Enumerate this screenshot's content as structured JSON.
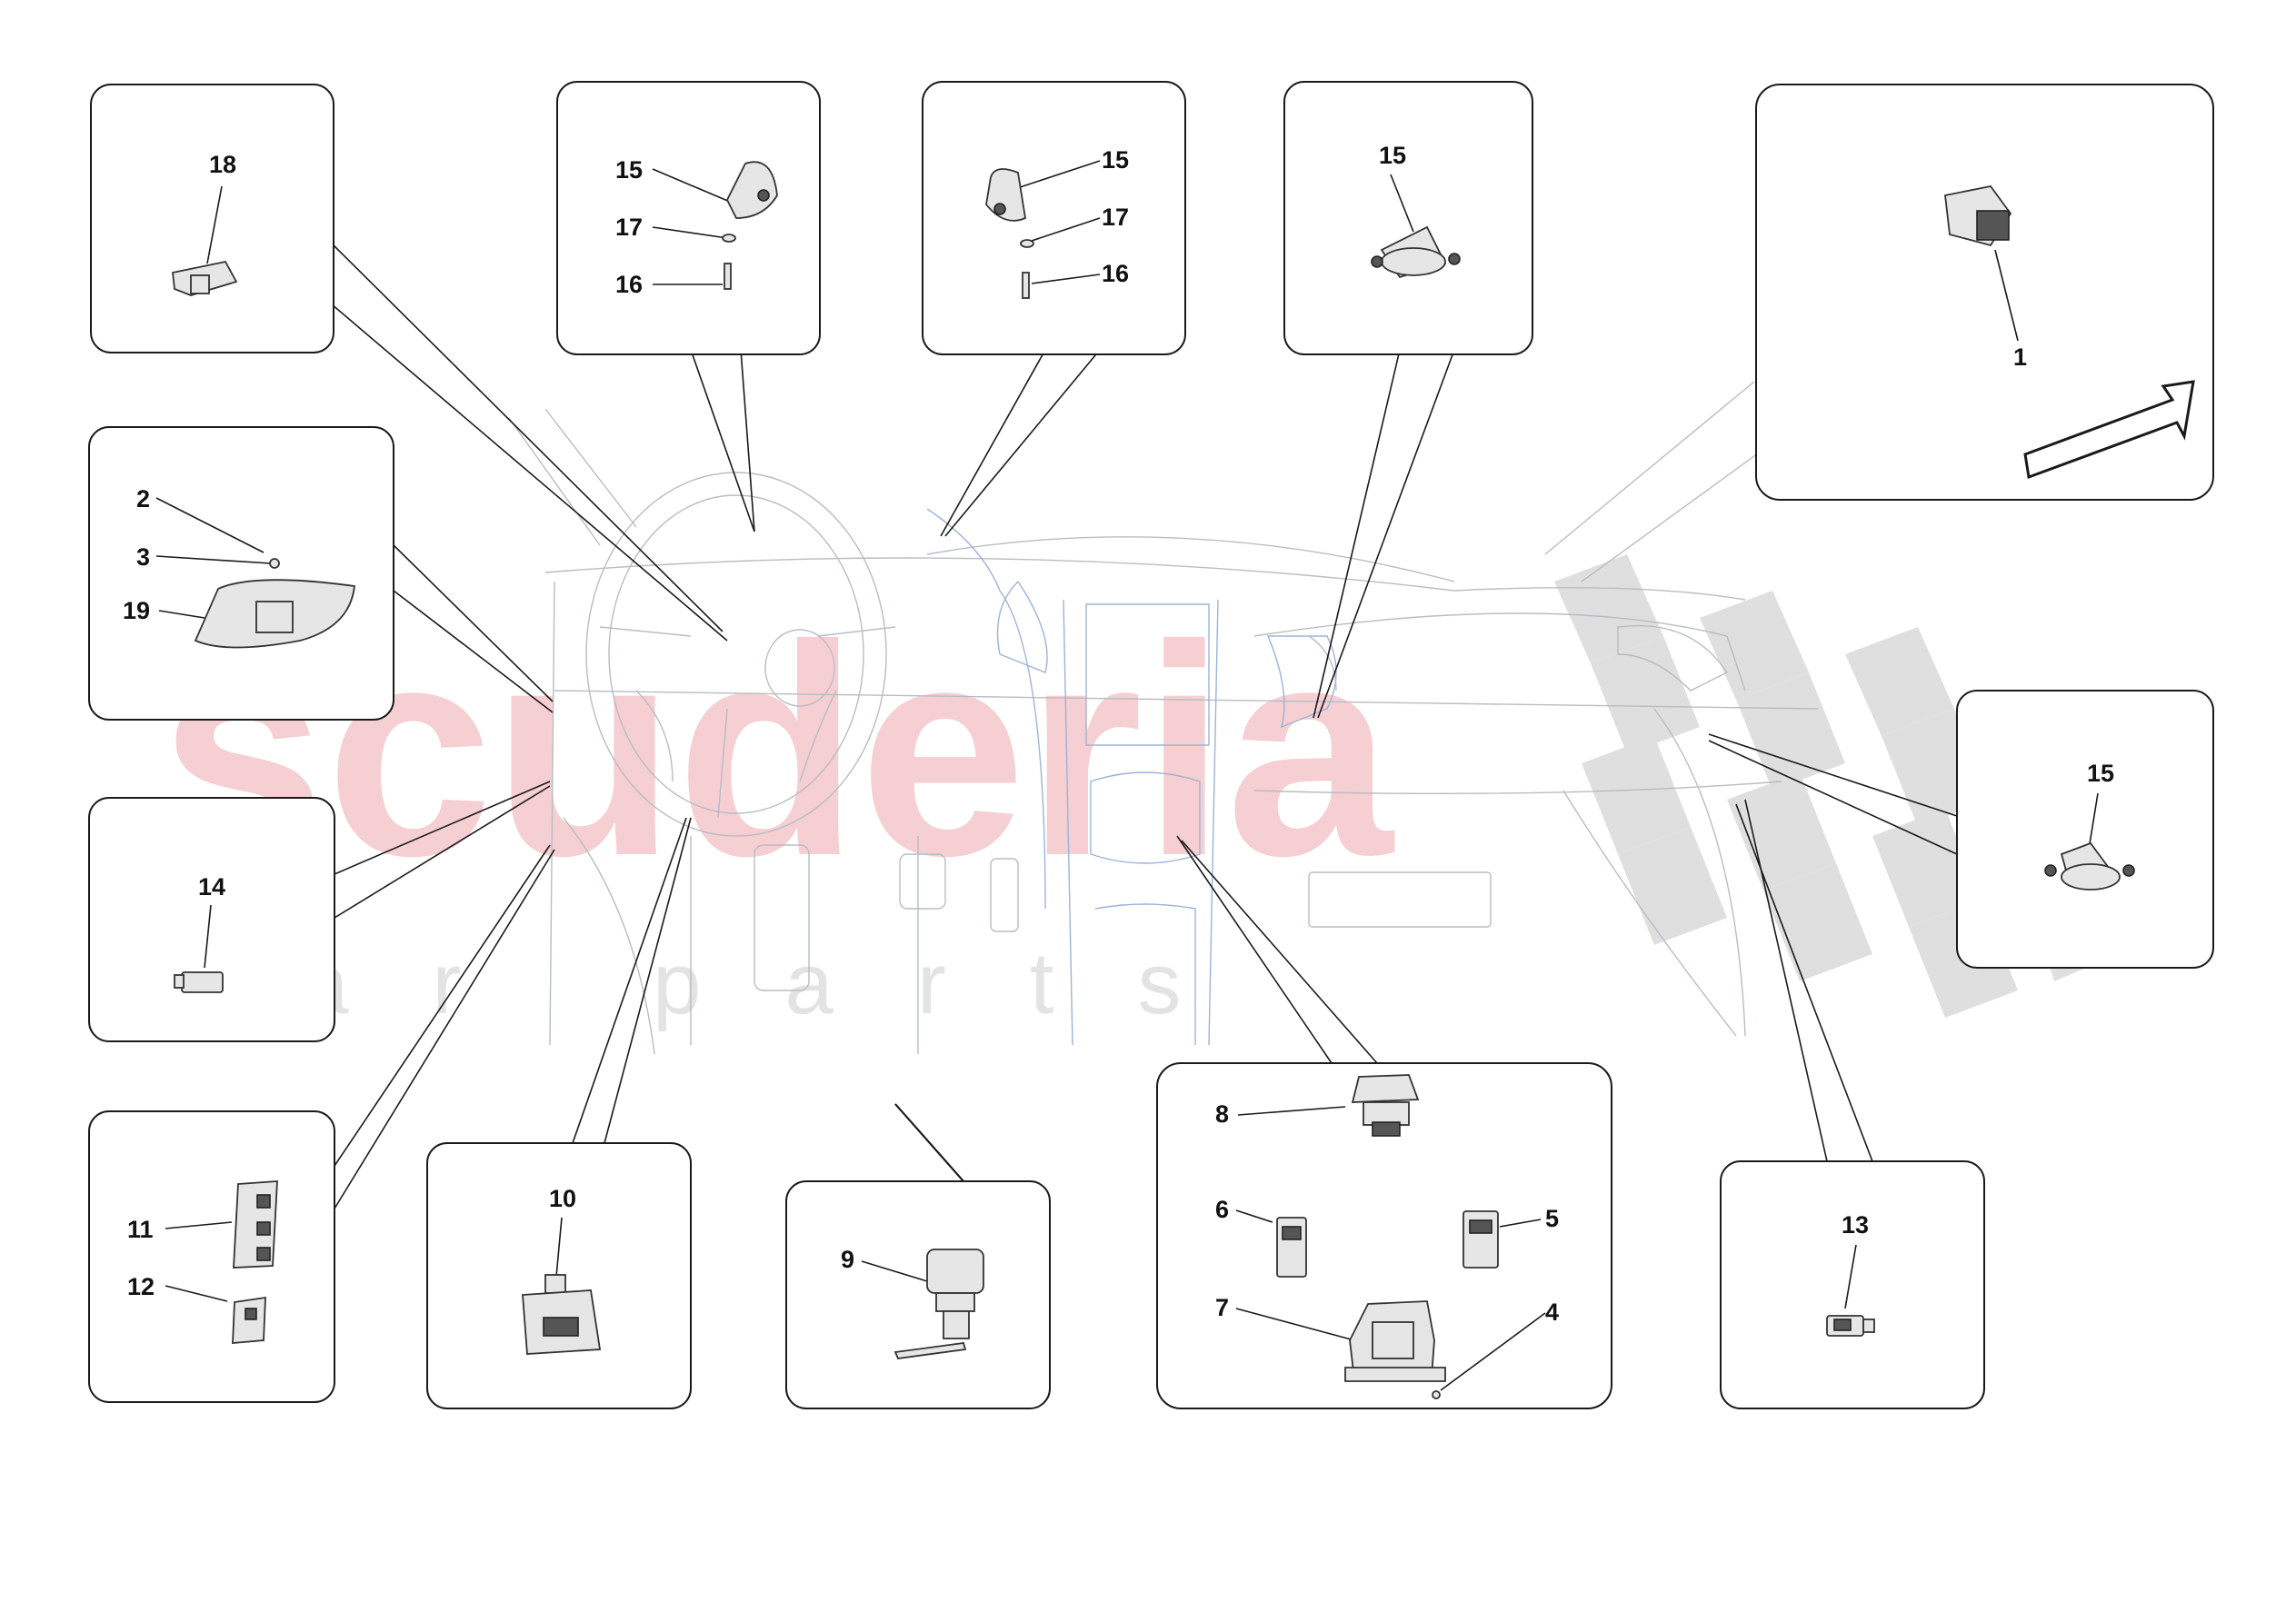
{
  "watermark": {
    "brand": "scuderia",
    "sub": "car parts"
  },
  "callouts": {
    "c1": "1",
    "c2": "2",
    "c3": "3",
    "c4": "4",
    "c5": "5",
    "c6": "6",
    "c7": "7",
    "c8": "8",
    "c9": "9",
    "c10": "10",
    "c11": "11",
    "c12": "12",
    "c13": "13",
    "c14": "14",
    "c15a": "15",
    "c15b": "15",
    "c15c": "15",
    "c15d": "15",
    "c16a": "16",
    "c16b": "16",
    "c17a": "17",
    "c17b": "17",
    "c18": "18",
    "c19": "19"
  }
}
